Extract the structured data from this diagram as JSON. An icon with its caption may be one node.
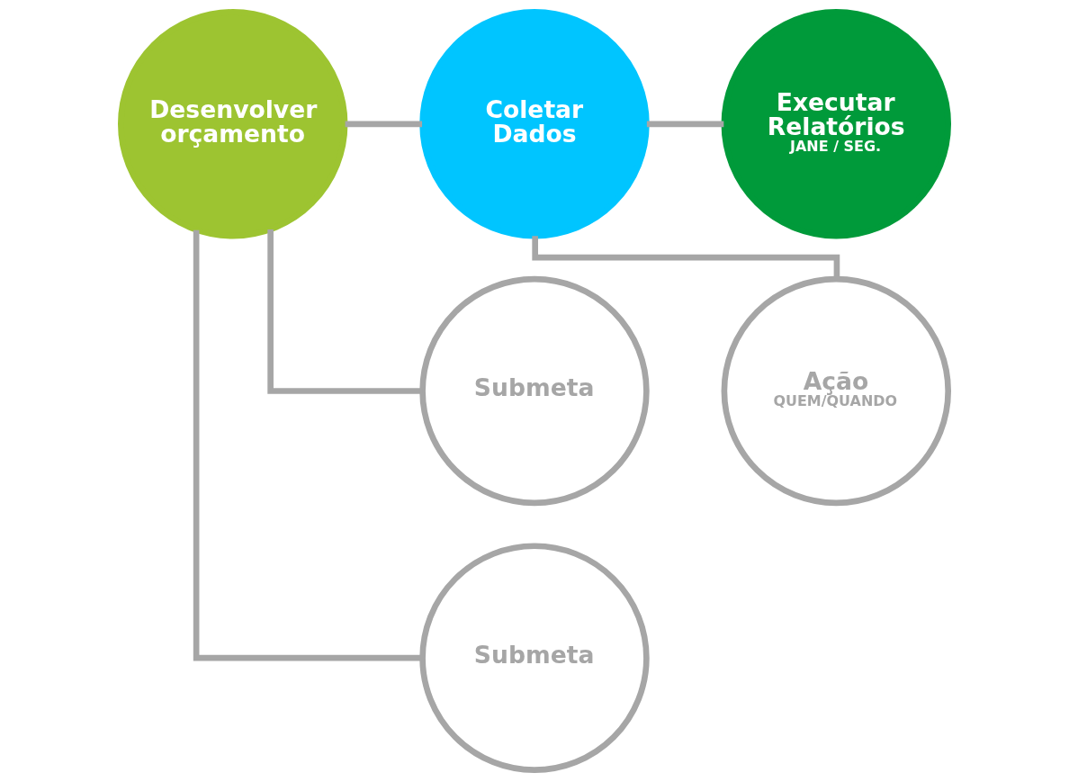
{
  "diagram": {
    "nodes": [
      {
        "text": [
          "Desenvolver orçamento"
        ]
      },
      {
        "text": [
          "Coletar Dados"
        ]
      },
      {
        "text": [
          "Executar Relatórios",
          "JANE / SEG."
        ]
      },
      {
        "text": [
          "Submeta"
        ]
      },
      {
        "text": [
          "Submeta"
        ]
      },
      {
        "text": [
          "Ação",
          "QUEM/QUANDO"
        ]
      }
    ],
    "edges": [
      {
        "from": 0,
        "to": 1,
        "arrow": "none"
      },
      {
        "from": 0,
        "to": 3,
        "arrow": "none"
      },
      {
        "from": 0,
        "to": 4,
        "arrow": "none"
      },
      {
        "from": 1,
        "to": 2,
        "arrow": "none"
      },
      {
        "from": 1,
        "to": 5,
        "arrow": "none"
      }
    ]
  }
}
